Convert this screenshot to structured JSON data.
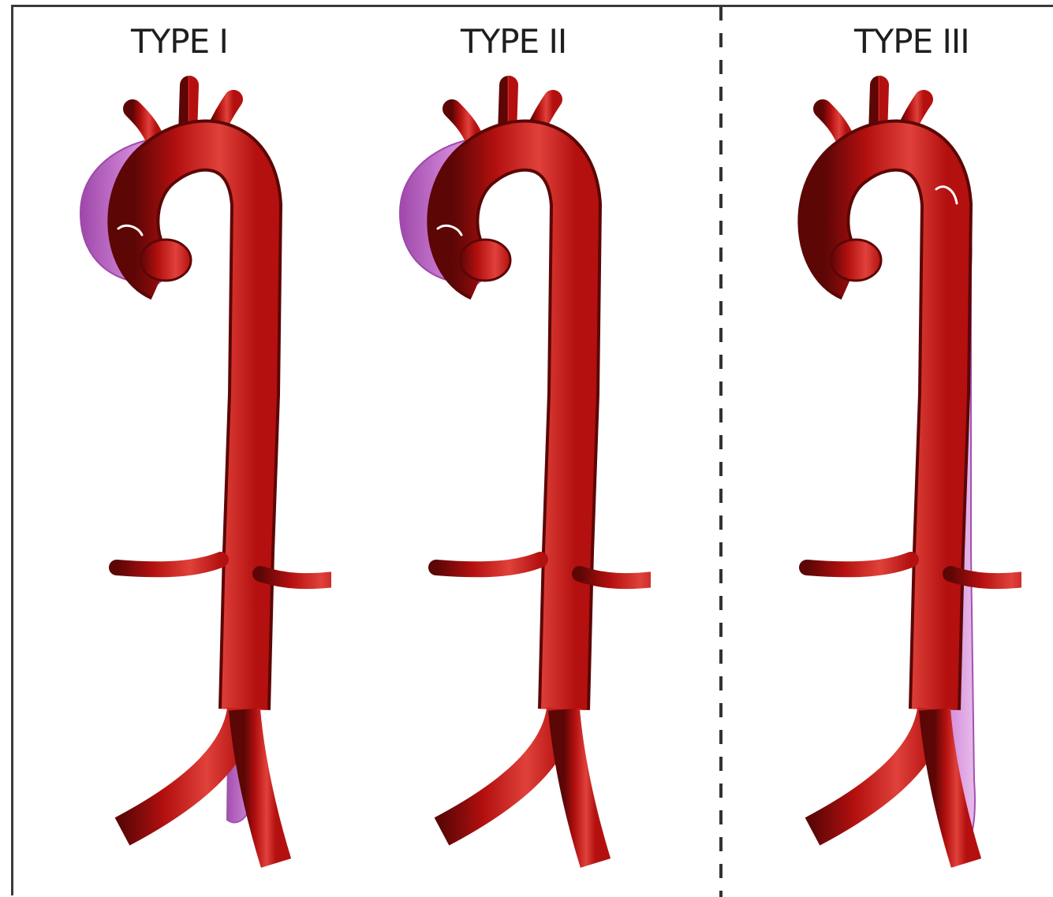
{
  "panels": [
    {
      "id": "type-1",
      "label": "TYPE I",
      "dissection_extent": "ascending aorta, arch and descending aorta"
    },
    {
      "id": "type-2",
      "label": "TYPE II",
      "dissection_extent": "ascending aorta only"
    },
    {
      "id": "type-3",
      "label": "TYPE III",
      "dissection_extent": "descending aorta only"
    }
  ],
  "colors": {
    "aorta": "#b3100f",
    "aorta_dark": "#5c0606",
    "aorta_highlight": "#e0413a",
    "false_lumen": "#cf7fd6",
    "false_lumen_edge": "#9a3fa6",
    "frame": "#3a3a3a"
  }
}
